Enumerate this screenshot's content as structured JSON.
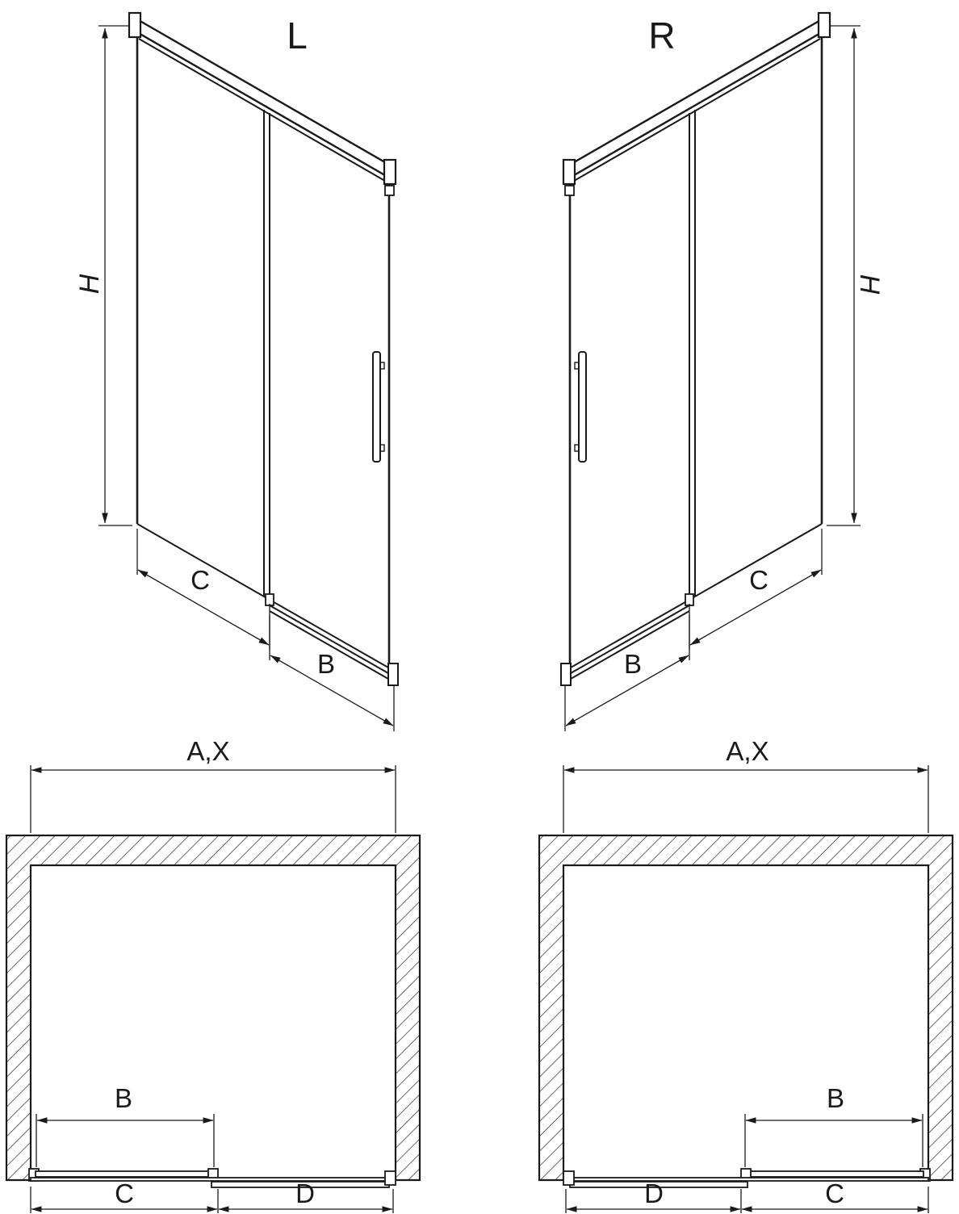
{
  "iso_left": {
    "variant_label": "L",
    "dim_height": "H",
    "dim_fixed": "C",
    "dim_door": "B"
  },
  "iso_right": {
    "variant_label": "R",
    "dim_height": "H",
    "dim_fixed": "C",
    "dim_door": "B"
  },
  "plan_left": {
    "dim_overall": "A,X",
    "dim_door": "B",
    "dim_left": "C",
    "dim_right": "D"
  },
  "plan_right": {
    "dim_overall": "A,X",
    "dim_door": "B",
    "dim_left": "D",
    "dim_right": "C"
  },
  "colors": {
    "line": "#1a1a1a",
    "background": "#ffffff"
  }
}
